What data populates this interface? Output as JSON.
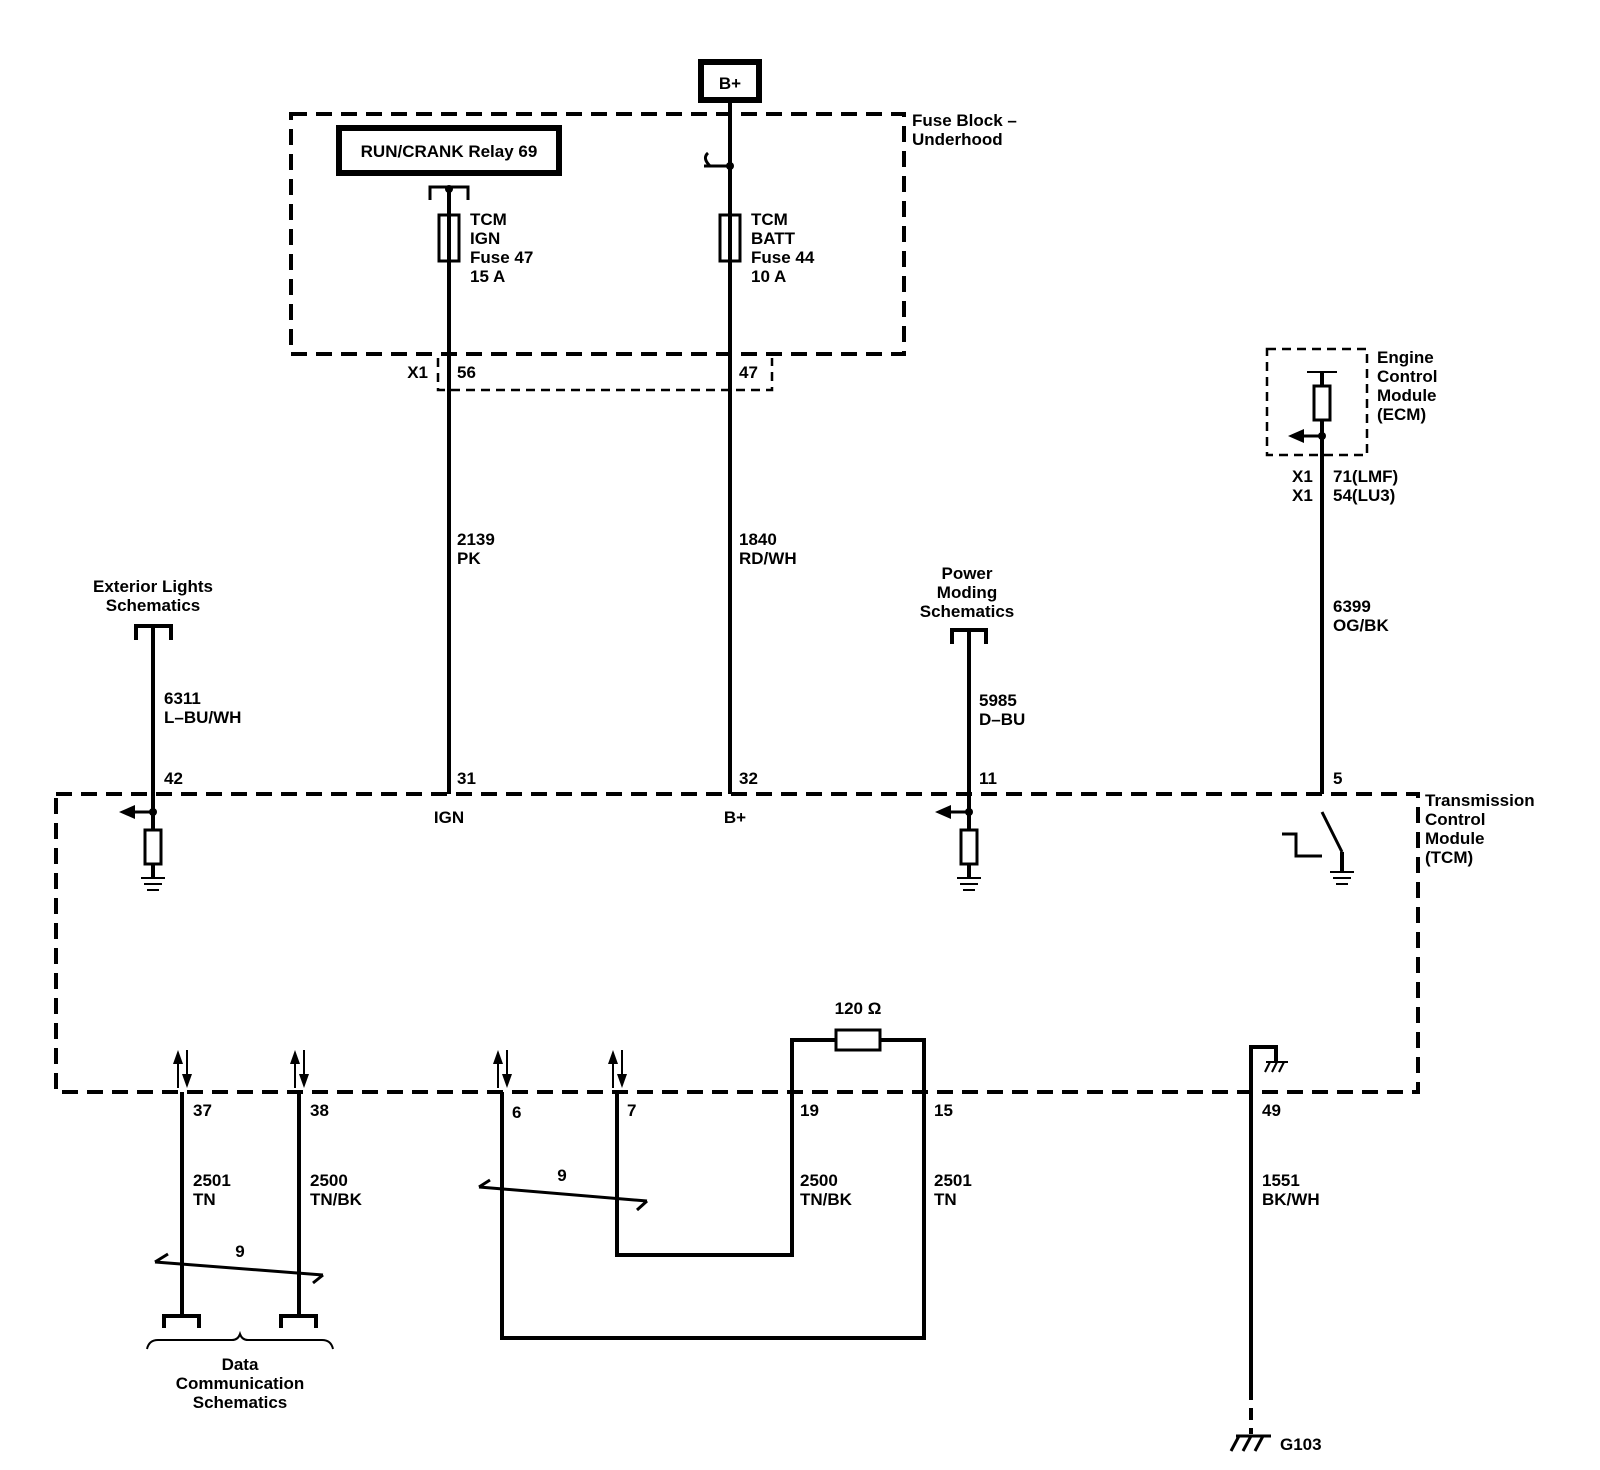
{
  "power_source": "B+",
  "relay": "RUN/CRANK Relay 69",
  "fuse_block": {
    "line1": "Fuse Block –",
    "line2": "Underhood"
  },
  "fuse47": {
    "l1": "TCM",
    "l2": "IGN",
    "l3": "Fuse 47",
    "l4": "15 A"
  },
  "fuse44": {
    "l1": "TCM",
    "l2": "BATT",
    "l3": "Fuse 44",
    "l4": "10 A"
  },
  "fuse_connector": {
    "name": "X1",
    "pin_a": "56",
    "pin_b": "47"
  },
  "ecm": {
    "l1": "Engine",
    "l2": "Control",
    "l3": "Module",
    "l4": "(ECM)",
    "conn1_name": "X1",
    "conn1_pin": "71(LMF)",
    "conn2_name": "X1",
    "conn2_pin": "54(LU3)"
  },
  "wires": {
    "w2139": {
      "circuit": "2139",
      "color": "PK"
    },
    "w1840": {
      "circuit": "1840",
      "color": "RD/WH"
    },
    "w6399": {
      "circuit": "6399",
      "color": "OG/BK"
    },
    "w6311": {
      "circuit": "6311",
      "color": "L–BU/WH"
    },
    "w5985": {
      "circuit": "5985",
      "color": "D–BU"
    },
    "w2501a": {
      "circuit": "2501",
      "color": "TN"
    },
    "w2500a": {
      "circuit": "2500",
      "color": "TN/BK"
    },
    "w2500b": {
      "circuit": "2500",
      "color": "TN/BK"
    },
    "w2501b": {
      "circuit": "2501",
      "color": "TN"
    },
    "w1551": {
      "circuit": "1551",
      "color": "BK/WH"
    }
  },
  "exterior_lights": {
    "l1": "Exterior Lights",
    "l2": "Schematics"
  },
  "power_moding": {
    "l1": "Power",
    "l2": "Moding",
    "l3": "Schematics"
  },
  "tcm": {
    "l1": "Transmission",
    "l2": "Control",
    "l3": "Module",
    "l4": "(TCM)"
  },
  "tcm_pins_top": {
    "p42": "42",
    "p31": "31",
    "p32": "32",
    "p11": "11",
    "p5": "5"
  },
  "tcm_inputs": {
    "ign": "IGN",
    "batt": "B+"
  },
  "tcm_pins_bottom": {
    "p37": "37",
    "p38": "38",
    "p6": "6",
    "p7": "7",
    "p19": "19",
    "p15": "15",
    "p49": "49"
  },
  "resistor": "120 Ω",
  "twist": {
    "left": "9",
    "mid": "9"
  },
  "data_comm": {
    "l1": "Data",
    "l2": "Communication",
    "l3": "Schematics"
  },
  "ground": "G103"
}
